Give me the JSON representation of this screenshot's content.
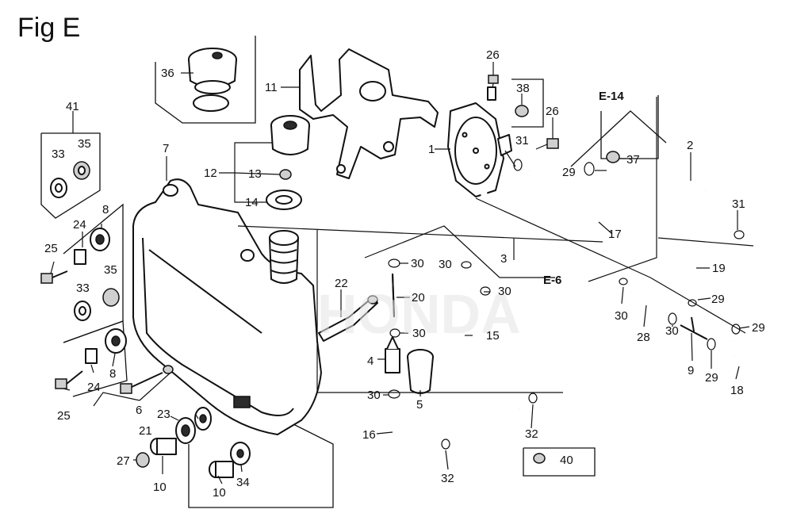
{
  "title": "Fig E",
  "references": [
    "E-14",
    "E-6"
  ],
  "callouts": {
    "p1": "1",
    "p2": "2",
    "p3": "3",
    "p4": "4",
    "p5": "5",
    "p6": "6",
    "p7": "7",
    "p8a": "8",
    "p8b": "8",
    "p9": "9",
    "p10a": "10",
    "p10b": "10",
    "p11": "11",
    "p12": "12",
    "p13": "13",
    "p14": "14",
    "p15": "15",
    "p16": "16",
    "p17": "17",
    "p18": "18",
    "p19": "19",
    "p20": "20",
    "p21": "21",
    "p22": "22",
    "p23": "23",
    "p24a": "24",
    "p24b": "24",
    "p25a": "25",
    "p25b": "25",
    "p26a": "26",
    "p26b": "26",
    "p27": "27",
    "p28": "28",
    "p29a": "29",
    "p29b": "29",
    "p29c": "29",
    "p29d": "29",
    "p30a": "30",
    "p30b": "30",
    "p30c": "30",
    "p30d": "30",
    "p30e": "30",
    "p30f": "30",
    "p30g": "30",
    "p31a": "31",
    "p31b": "31",
    "p32a": "32",
    "p32b": "32",
    "p33a": "33",
    "p33b": "33",
    "p34": "34",
    "p35a": "35",
    "p35b": "35",
    "p36": "36",
    "p37": "37",
    "p38": "38",
    "p40": "40",
    "p41": "41"
  },
  "watermark": "HONDA"
}
